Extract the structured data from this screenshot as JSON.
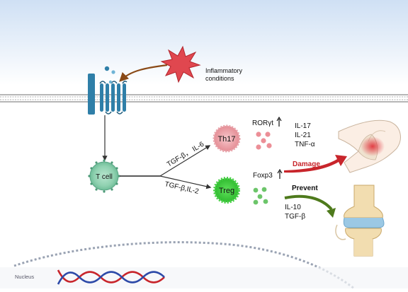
{
  "membrane": {
    "stimulus_label_line1": "Inflammatory",
    "stimulus_label_line2": "conditions"
  },
  "tcell": {
    "label": "T cell"
  },
  "th17_branch": {
    "cytokines": "TGF-β， IL-6",
    "cell_label": "Th17",
    "tf_label": "RORγt",
    "secreted": [
      "IL-17",
      "IL-21",
      "TNF-α"
    ],
    "outcome": "Damage"
  },
  "treg_branch": {
    "cytokines": "TGF-β,IL-2",
    "cell_label": "Treg",
    "tf_label": "Foxp3",
    "outcome": "Prevent",
    "secreted": [
      "IL-10",
      "TGF-β"
    ]
  },
  "nucleus": {
    "label": "Nucleus"
  },
  "colors": {
    "extracellular_top": "#dce8f6",
    "damage_red": "#c8252b",
    "prevent_green": "#4e7a1c",
    "receptor_blue": "#2f7fa8",
    "stimulus_red": "#e0474f",
    "th17_pink": "#f0a8ae",
    "treg_green": "#3fcf3f",
    "tcell_green": "#8fd1b0"
  }
}
